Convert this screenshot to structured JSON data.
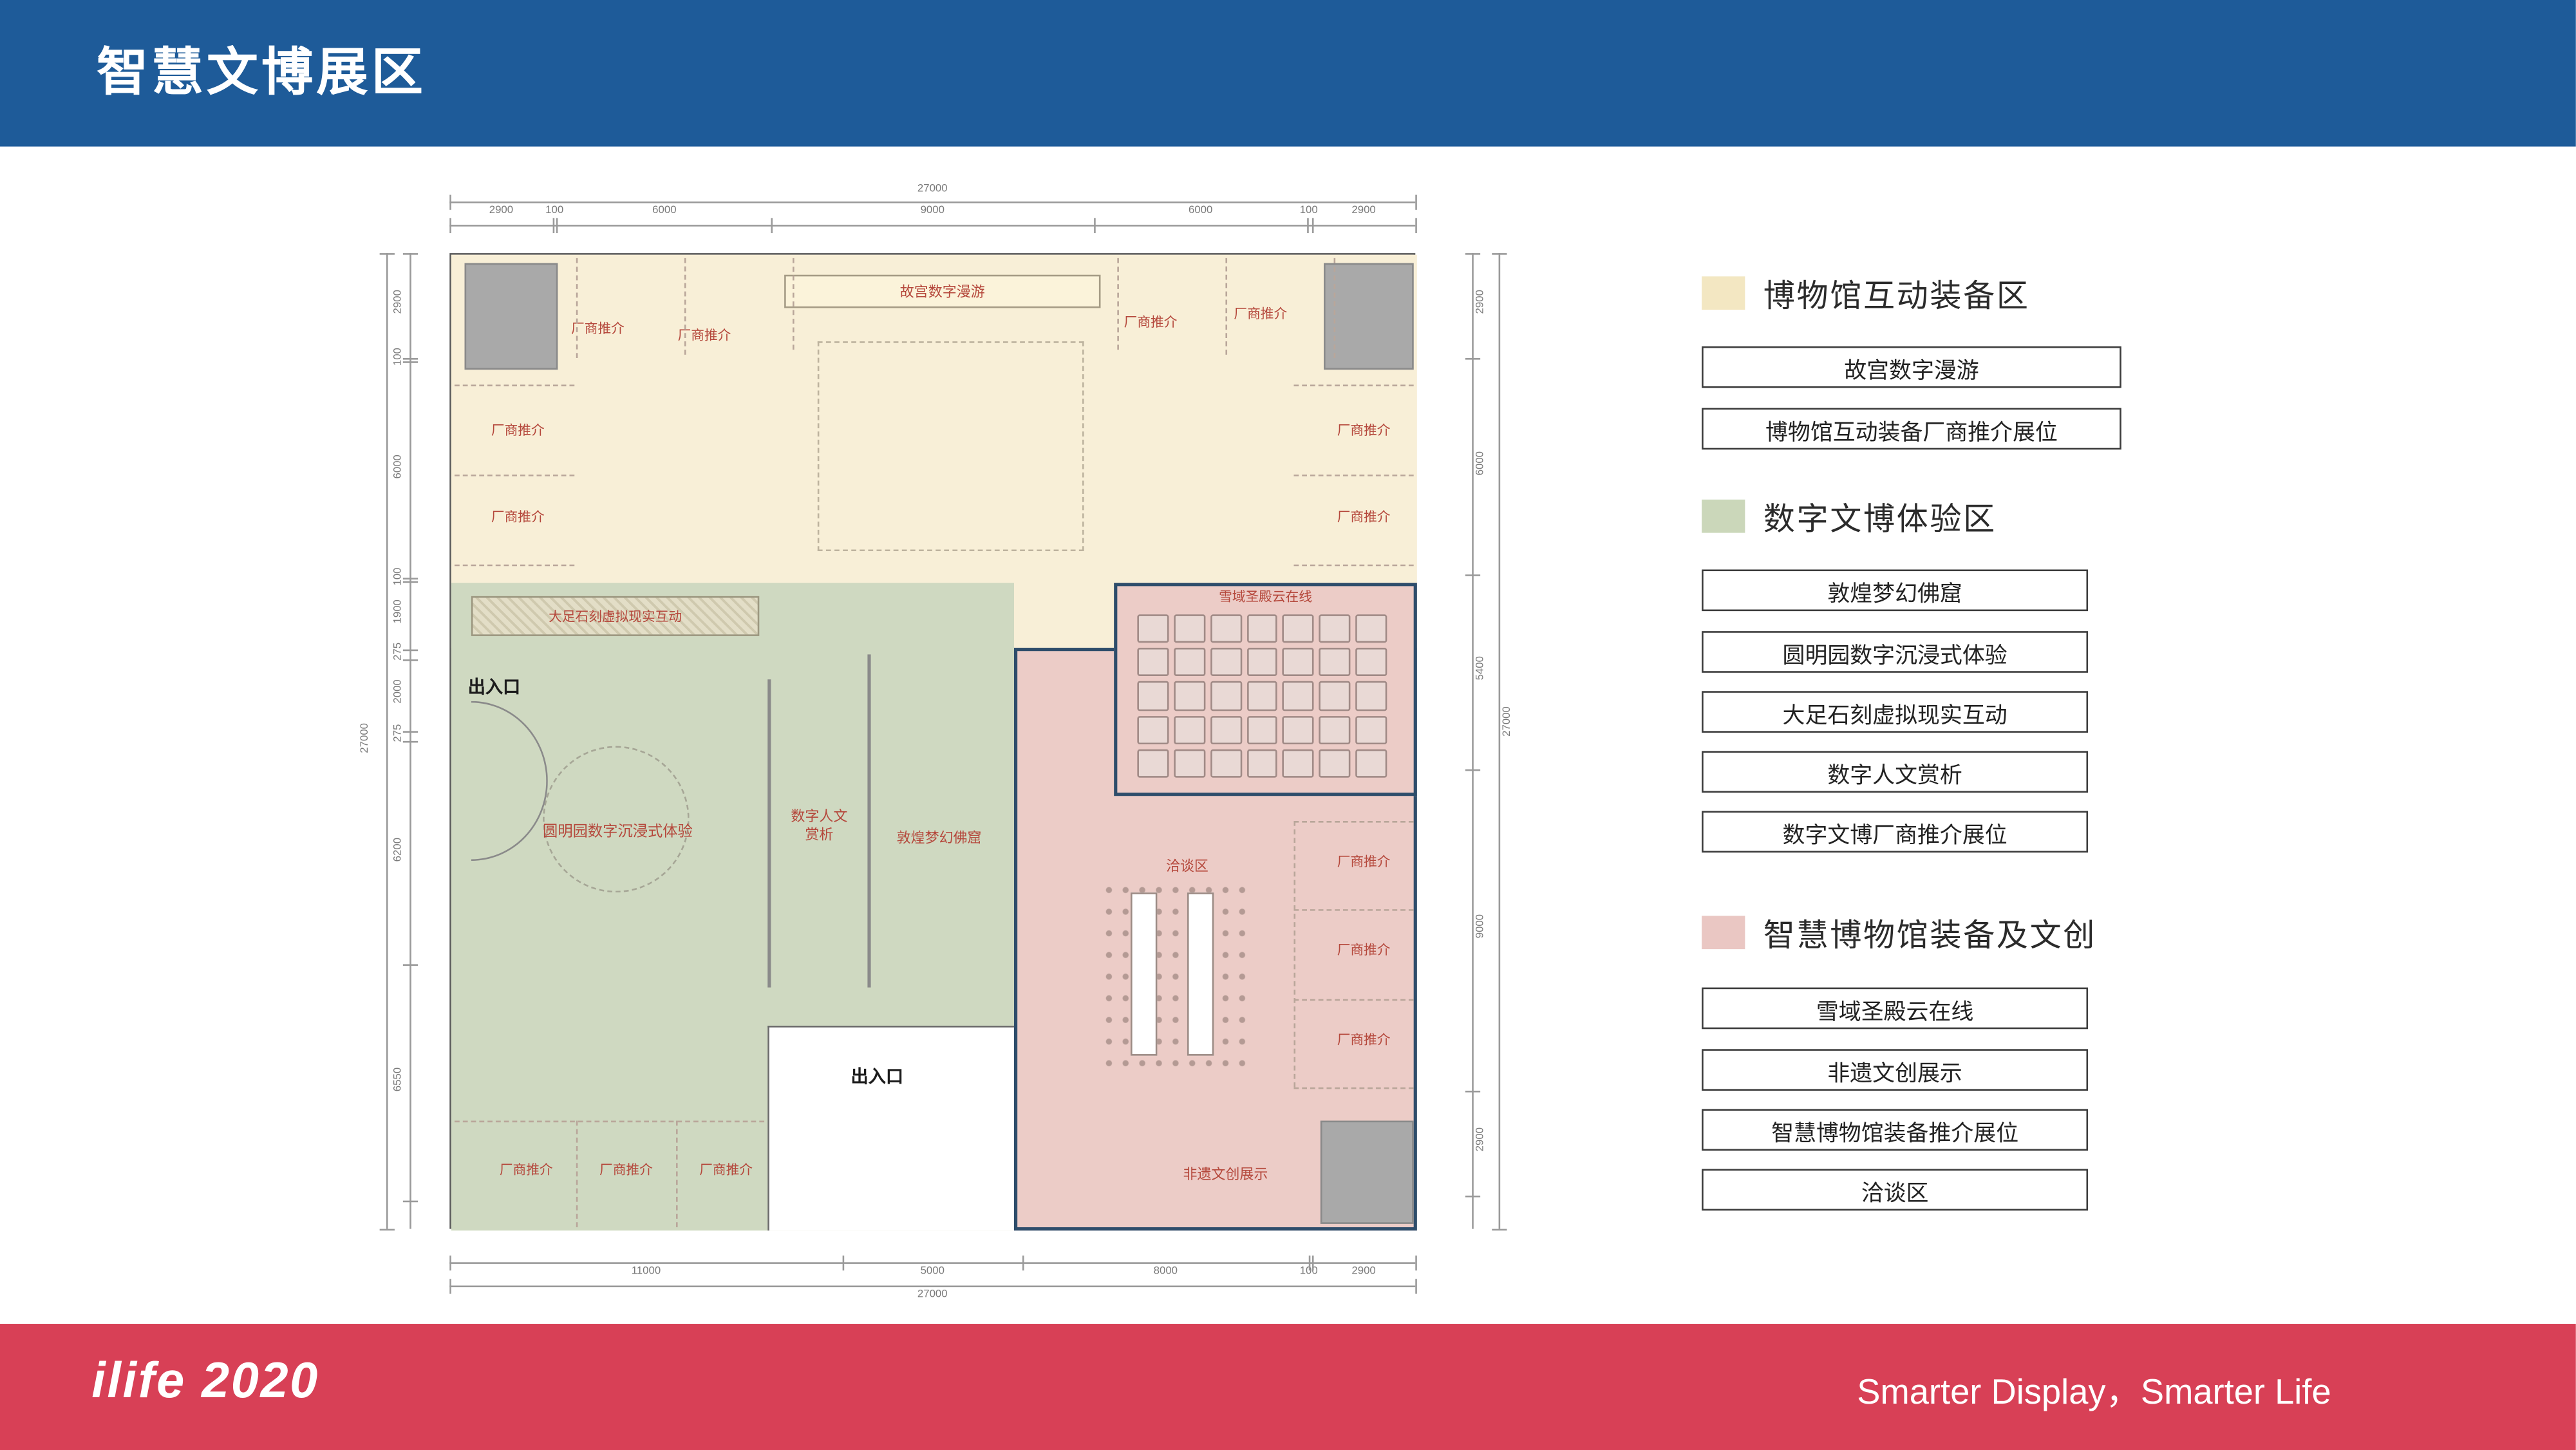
{
  "header": {
    "title": "智慧文博展区"
  },
  "footer": {
    "logo": "ilife 2020",
    "slogan": "Smarter Display，Smarter Life"
  },
  "plan": {
    "zones": {
      "cream": "#f8efd7",
      "green": "#cfd9c1",
      "pink": "#ecccc7"
    },
    "labels": {
      "gugong": "故宫数字漫游",
      "vendor": "厂商推介",
      "dazu": "大足石刻虚拟现实互动",
      "entrance": "出入口",
      "yuanmingyuan": "圆明园数字沉浸式体验",
      "renwen1": "数字人文",
      "renwen2": "赏析",
      "dunhuang": "敦煌梦幻佛窟",
      "xueyu": "雪域圣殿云在线",
      "qiatan": "洽谈区",
      "feiyi": "非遗文创展示",
      "exit": "出入口"
    },
    "seating": {
      "rows": 5,
      "cols": 7
    },
    "dims": {
      "top_total": "27000",
      "top_segments": [
        "2900",
        "100",
        "6000",
        "9000",
        "6000",
        "100",
        "2900"
      ],
      "bottom_segments": [
        "11000",
        "5000",
        "8000",
        "100",
        "2900"
      ],
      "bottom_total": "27000",
      "left_segments": [
        "2900",
        "100",
        "6000",
        "100",
        "1900",
        "275",
        "2000",
        "275",
        "6200",
        "6550"
      ],
      "left_total": "27000",
      "right_segments": [
        "2900",
        "6000",
        "5400",
        "9000",
        "2900"
      ],
      "right_total": "27000"
    }
  },
  "legend": {
    "groups": [
      {
        "title": "博物馆互动装备区",
        "color": "#f3e7c2",
        "items": [
          "故宫数字漫游",
          "博物馆互动装备厂商推介展位"
        ]
      },
      {
        "title": "数字文博体验区",
        "color": "#cbd7ba",
        "items": [
          "敦煌梦幻佛窟",
          "圆明园数字沉浸式体验",
          "大足石刻虚拟现实互动",
          "数字人文赏析",
          "数字文博厂商推介展位"
        ]
      },
      {
        "title": "智慧博物馆装备及文创",
        "color": "#eac7c3",
        "items": [
          "雪域圣殿云在线",
          "非遗文创展示",
          "智慧博物馆装备推介展位",
          "洽谈区"
        ]
      }
    ]
  }
}
